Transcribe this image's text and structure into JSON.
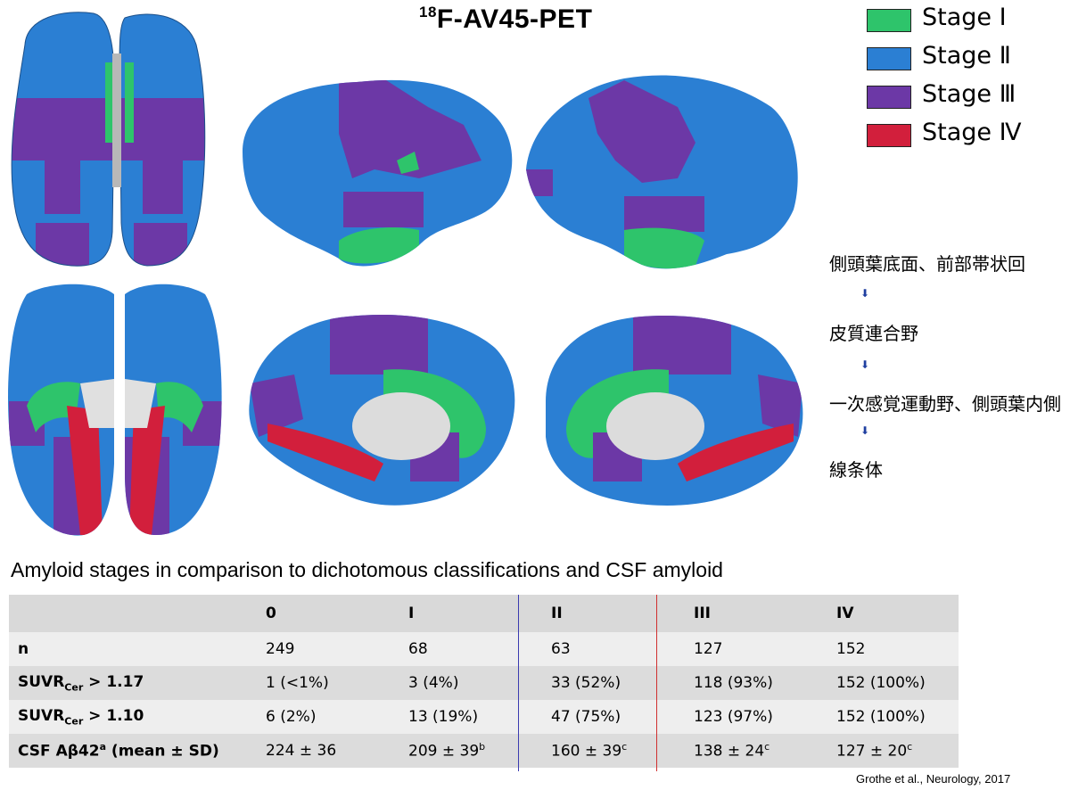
{
  "figure": {
    "title_sup": "18",
    "title_main": "F-AV45-PET"
  },
  "legend": [
    {
      "label": "Stage Ⅰ",
      "color": "#2ec46b"
    },
    {
      "label": "Stage Ⅱ",
      "color": "#2b7fd3"
    },
    {
      "label": "Stage Ⅲ",
      "color": "#6c38a6"
    },
    {
      "label": "Stage Ⅳ",
      "color": "#d21f3c"
    }
  ],
  "flow": {
    "steps": [
      "側頭葉底面、前部帯状回",
      "皮質連合野",
      "一次感覚運動野、側頭葉内側",
      "線条体"
    ],
    "arrow": "⬇"
  },
  "table": {
    "title": "Amyloid stages in comparison to dichotomous classifications and CSF amyloid",
    "headers": [
      "",
      "0",
      "I",
      "II",
      "III",
      "IV"
    ],
    "rows": [
      {
        "label_main": "n",
        "label_sub": "",
        "label_rest": "",
        "cells": [
          "249",
          "68",
          "63",
          "127",
          "152"
        ],
        "sups": [
          "",
          "",
          "",
          "",
          ""
        ]
      },
      {
        "label_main": "SUVR",
        "label_sub": "Cer",
        "label_rest": " > 1.17",
        "cells": [
          "1 (<1%)",
          "3 (4%)",
          "33 (52%)",
          "118 (93%)",
          "152 (100%)"
        ],
        "sups": [
          "",
          "",
          "",
          "",
          ""
        ]
      },
      {
        "label_main": "SUVR",
        "label_sub": "Cer",
        "label_rest": " > 1.10",
        "cells": [
          "6 (2%)",
          "13 (19%)",
          "47 (75%)",
          "123 (97%)",
          "152 (100%)"
        ],
        "sups": [
          "",
          "",
          "",
          "",
          ""
        ]
      },
      {
        "label_main": "CSF Aβ42",
        "label_sup": "a",
        "label_rest": " (mean ± SD)",
        "cells": [
          "224 ± 36",
          "209 ± 39",
          "160 ± 39",
          "138 ± 24",
          "127 ± 20"
        ],
        "sups": [
          "",
          "b",
          "c",
          "c",
          "c"
        ]
      }
    ]
  },
  "colors": {
    "divider_blue": "#3b3bb0",
    "divider_red": "#d03030"
  },
  "citation": "Grothe et al., Neurology, 2017"
}
